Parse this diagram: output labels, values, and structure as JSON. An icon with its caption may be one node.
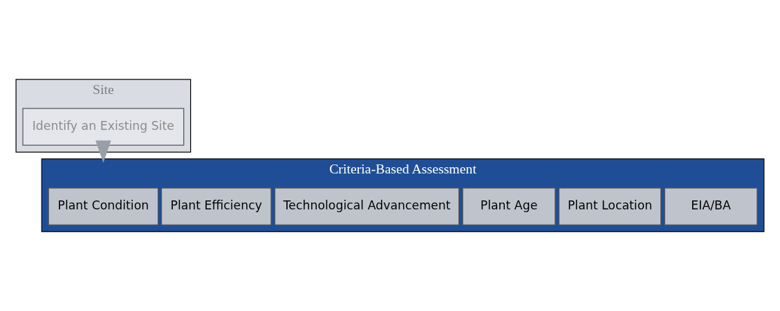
{
  "diagram": {
    "nodes": [
      {
        "text": [
          "Site"
        ]
      },
      {
        "text": [
          "Identify an Existing Site"
        ],
        "in": 0
      },
      {
        "text": [
          "Criteria-Based Assessment"
        ]
      },
      {
        "text": [
          "Plant Condition"
        ],
        "in": 2
      },
      {
        "text": [
          "Plant Efficiency"
        ],
        "in": 2
      },
      {
        "text": [
          "Technological Advancement"
        ],
        "in": 2
      },
      {
        "text": [
          "Plant Age"
        ],
        "in": 2
      },
      {
        "text": [
          "Plant Location"
        ],
        "in": 2
      },
      {
        "text": [
          "EIA/BA"
        ],
        "in": 2
      }
    ],
    "edges": [
      {
        "from": 0,
        "to": 2,
        "arrow": "to"
      }
    ]
  }
}
